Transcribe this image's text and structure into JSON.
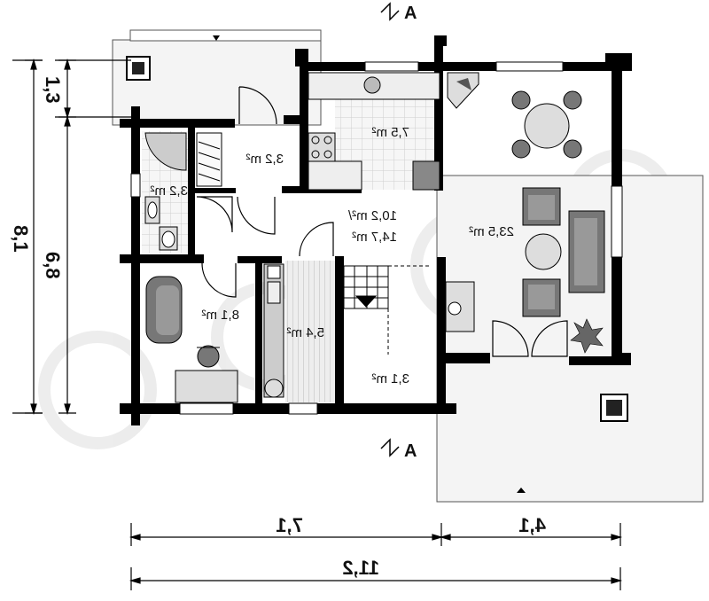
{
  "rooms": {
    "vestibule": "3,2 m²",
    "bathroom": "3,2 m²",
    "kitchen": "7,5 m²",
    "hall_upper": "10,2 m²/",
    "hall_lower": "14,7 m²",
    "living": "23,5 m²",
    "office": "8,1 m²",
    "utility": "5,4 m²",
    "stair_room": "3,1 m²"
  },
  "dimensions": {
    "height_total": "8,1",
    "height_main": "6,8",
    "height_porch": "1,3",
    "width_left": "7,1",
    "width_right": "4,1",
    "width_total": "11,2"
  },
  "section_marks": {
    "top": "A",
    "bottom": "A"
  },
  "colors": {
    "wall": "#000000",
    "fill_light": "#f4f4f4",
    "furniture": "#777777",
    "tile": "#d9d9d9"
  }
}
